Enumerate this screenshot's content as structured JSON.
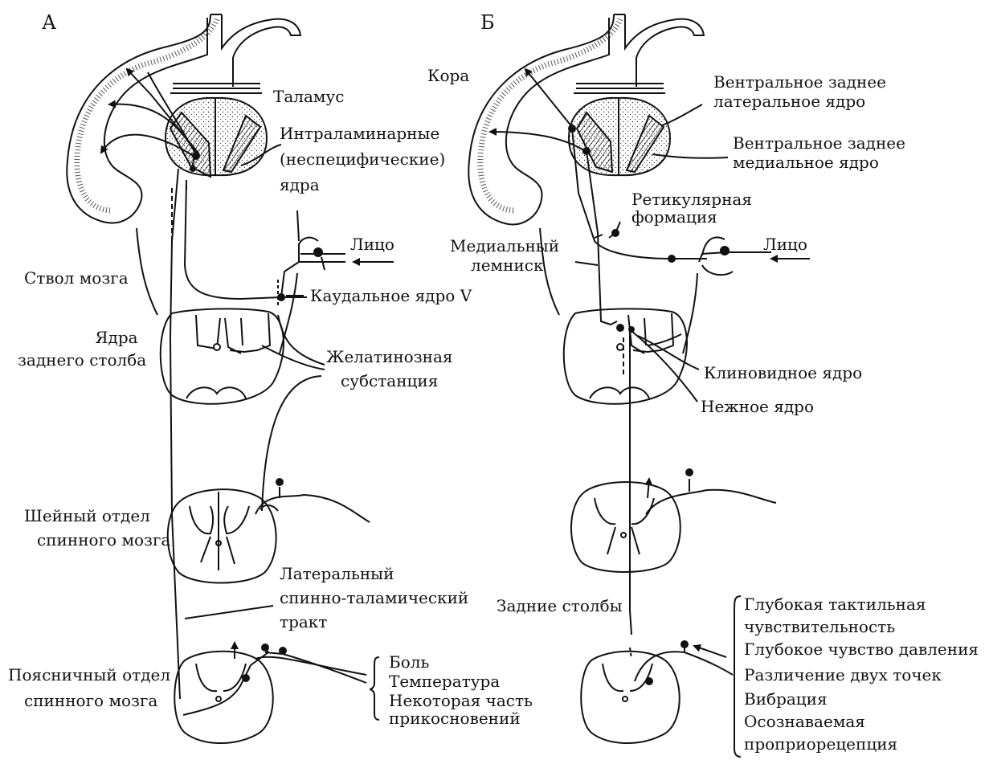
{
  "panel_a": {
    "letter": "А",
    "thalamus": "Таламус",
    "intralaminar": [
      "Интраламинарные",
      "(неспецифические)",
      "ядра"
    ],
    "face": "Лицо",
    "brainstem": "Ствол мозга",
    "caudal_nucleus": "Каудальное ядро V",
    "dorsal_column_nuclei": [
      "Ядра",
      "заднего столба"
    ],
    "gelatinosa": [
      "Желатинозная",
      "субстанция"
    ],
    "cervical": [
      "Шейный отдел",
      "спинного мозга"
    ],
    "lateral_tract": [
      "Латеральный",
      "спинно-таламический",
      "тракт"
    ],
    "lumbar": [
      "Поясничный отдел",
      "спинного мозга"
    ],
    "modalities": [
      "Боль",
      "Температура",
      "Некоторая часть",
      "прикосновений"
    ]
  },
  "panel_b": {
    "letter": "Б",
    "cortex": "Кора",
    "vpl": [
      "Вентральное заднее",
      "латеральное ядро"
    ],
    "vpm": [
      "Вентральное заднее",
      "медиальное ядро"
    ],
    "reticular": [
      "Ретикулярная",
      "формация"
    ],
    "face": "Лицо",
    "medial_lemniscus": [
      "Медиальный",
      "лемниск"
    ],
    "cuneate": "Клиновидное ядро",
    "gracile": "Нежное ядро",
    "dorsal_columns": "Задние столбы",
    "modalities": [
      "Глубокая тактильная",
      "чувствительность",
      "Глубокое чувство давления",
      "Различение двух точек",
      "Вибрация",
      "Осознаваемая",
      "проприорецепция"
    ]
  }
}
